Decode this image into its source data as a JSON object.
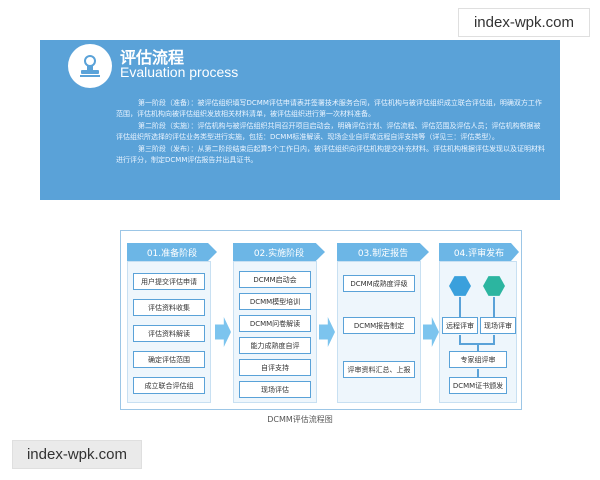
{
  "watermark": "index-wpk.com",
  "banner": {
    "logo_icon": "stamp-icon",
    "title": "评估流程",
    "subtitle": "Evaluation process",
    "paragraphs": [
      "第一阶段（准备）：被评估组织填写DCMM评估申请表并签署技术服务合同，评估机构与被评估组织成立联合评估组，明确双方工作范围，评估机构向被评估组织发放相关材料清单，被评估组织进行第一次材料准备。",
      "第二阶段（实施）：评估机构与被评估组织共同召开项目启动会，明确评估计划、评估流程、评估范围及评估人员；评估机构根据被评估组织所选择的评估业务类型进行实施，包括：DCMM标准解读、现场企业自评或远程自评支持等（详见三：评估类型）。",
      "第三阶段（发布）：从第二阶段结束后起算5个工作日内，被评估组织向评估机构提交补充材料。评估机构根据评估发现以及证明材料进行评分，制定DCMM评估报告并出具证书。"
    ]
  },
  "diagram": {
    "stages": [
      {
        "title": "01.准备阶段",
        "steps": [
          "用户提交评估申请",
          "评估资料收集",
          "评估资料解读",
          "确定评估范围",
          "成立联合评估组"
        ]
      },
      {
        "title": "02.实施阶段",
        "steps": [
          "DCMM启动会",
          "DCMM模型培训",
          "DCMM问卷解读",
          "能力成熟度自评",
          "自评支持",
          "现场评估"
        ]
      },
      {
        "title": "03.制定报告",
        "steps": [
          "DCMM成熟度评级",
          "DCMM报告制定",
          "评审资料汇总、上报"
        ]
      },
      {
        "title": "04.评审发布",
        "steps": [
          "远程评审",
          "现场评审",
          "专家组评审",
          "DCMM证书颁发"
        ]
      }
    ],
    "caption": "DCMM评估流程图",
    "colors": {
      "stage_head": "#6cb6e6",
      "hex_left": "#3aa0dc",
      "hex_right": "#2cb5a0",
      "step_border": "#5aa2d8"
    }
  }
}
